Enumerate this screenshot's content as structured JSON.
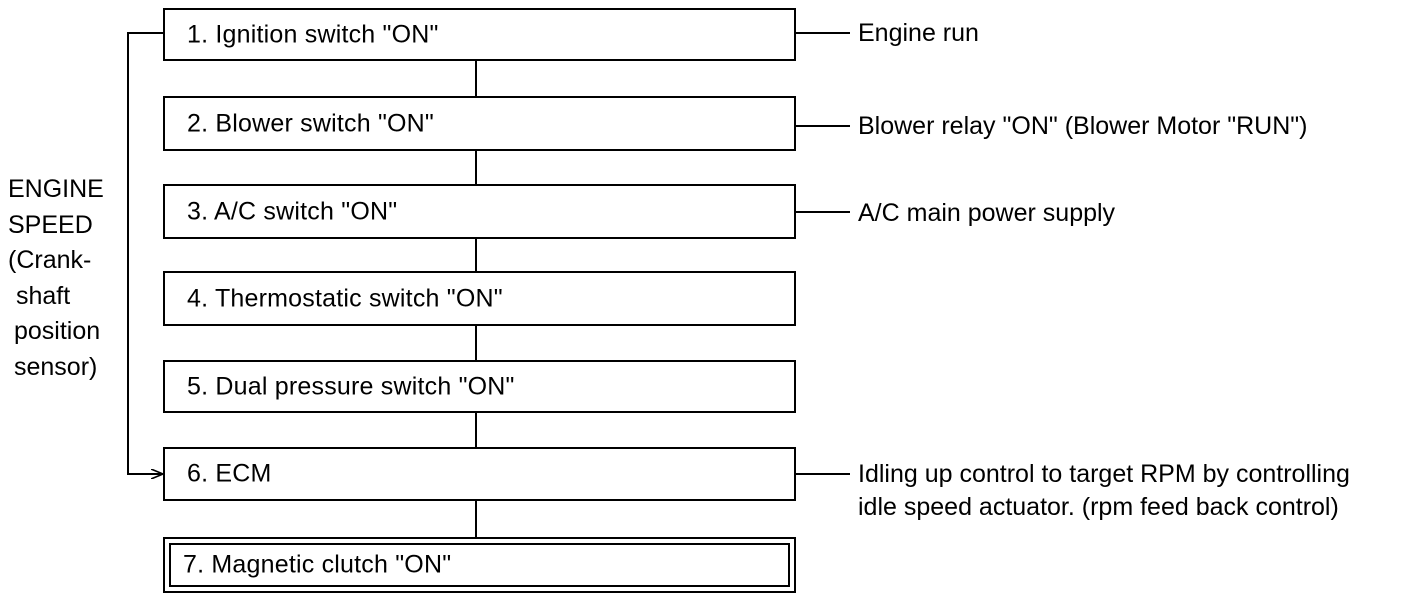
{
  "steps": [
    {
      "label": "1. Ignition switch \"ON\""
    },
    {
      "label": "2. Blower switch \"ON\""
    },
    {
      "label": "3. A/C switch \"ON\""
    },
    {
      "label": "4. Thermostatic switch \"ON\""
    },
    {
      "label": "5. Dual pressure switch \"ON\""
    },
    {
      "label": "6. ECM"
    },
    {
      "label": "7. Magnetic clutch \"ON\""
    }
  ],
  "results": {
    "engine_run": "Engine run",
    "blower_relay": "Blower relay \"ON\" (Blower Motor \"RUN\")",
    "ac_power": "A/C main power supply",
    "idle_line1": "Idling up control to target RPM by controlling",
    "idle_line2": "idle speed actuator. (rpm feed back control)"
  },
  "side_label": {
    "line1": "ENGINE",
    "line2": "SPEED",
    "line3": "(Crank-",
    "line4": " shaft",
    "line5": " position",
    "line6": " sensor)"
  }
}
